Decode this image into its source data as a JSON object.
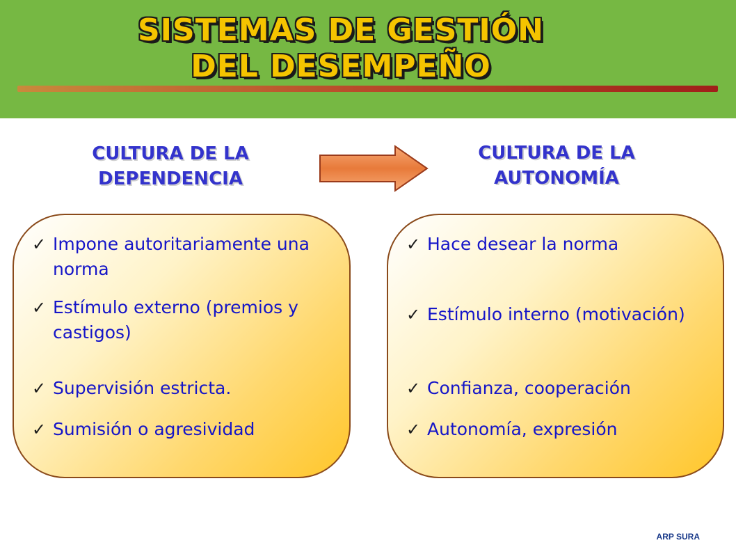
{
  "slide": {
    "title_line1": "SISTEMAS DE GESTIÓN",
    "title_line2": "DEL DESEMPEÑO",
    "footer": "ARP SURA"
  },
  "left": {
    "heading_line1": "CULTURA DE LA",
    "heading_line2": "DEPENDENCIA",
    "items": [
      "Impone autoritariamente una norma",
      "Estímulo externo (premios y castigos)",
      "Supervisión estricta.",
      "Sumisión o agresividad"
    ]
  },
  "right": {
    "heading_line1": "CULTURA DE LA",
    "heading_line2": "AUTONOMÍA",
    "items": [
      "Hace desear la norma",
      "Estímulo interno (motivación)",
      "Confianza, cooperación",
      "Autonomía, expresión"
    ]
  },
  "colors": {
    "banner": "#76b843",
    "title": "#f5c400",
    "heading": "#3333cc",
    "body_text": "#1515c8",
    "arrow": "#e87a3a"
  },
  "icons": {
    "bullet": "check-icon",
    "transition": "right-arrow-icon"
  }
}
